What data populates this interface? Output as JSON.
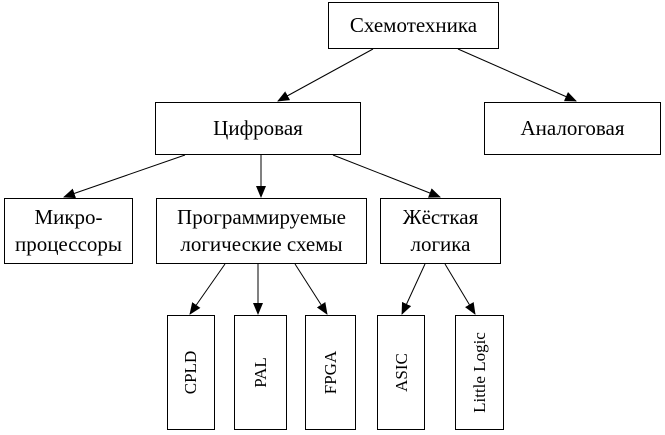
{
  "diagram": {
    "type": "tree",
    "nodes": {
      "root": {
        "label": "Схемотехника"
      },
      "digital": {
        "label": "Цифровая"
      },
      "analog": {
        "label": "Аналоговая"
      },
      "micro": {
        "lines": [
          "Микро-",
          "процессоры"
        ]
      },
      "pld": {
        "lines": [
          "Программируемые",
          "логические схемы"
        ]
      },
      "hard": {
        "lines": [
          "Жёсткая",
          "логика"
        ]
      },
      "cpld": {
        "label": "CPLD"
      },
      "pal": {
        "label": "PAL"
      },
      "fpga": {
        "label": "FPGA"
      },
      "asic": {
        "label": "ASIC"
      },
      "little": {
        "label": "Little Logic"
      }
    },
    "edges": [
      [
        "root",
        "digital"
      ],
      [
        "root",
        "analog"
      ],
      [
        "digital",
        "micro"
      ],
      [
        "digital",
        "pld"
      ],
      [
        "digital",
        "hard"
      ],
      [
        "pld",
        "cpld"
      ],
      [
        "pld",
        "pal"
      ],
      [
        "pld",
        "fpga"
      ],
      [
        "hard",
        "asic"
      ],
      [
        "hard",
        "little"
      ]
    ]
  }
}
